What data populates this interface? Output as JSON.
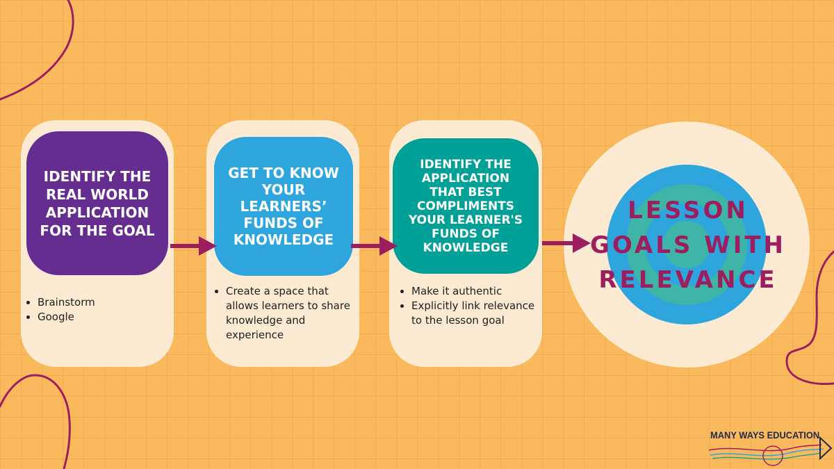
{
  "steps": [
    {
      "title": "IDENTIFY THE REAL WORLD APPLICATION FOR THE GOAL",
      "title_lines": [
        "IDENTIFY THE",
        "REAL WORLD",
        "APPLICATION",
        "FOR THE GOAL"
      ],
      "color": "#662D91",
      "bullets": [
        "Brainstorm",
        "Google"
      ]
    },
    {
      "title": "GET TO KNOW YOUR LEARNERS' FUNDS OF KNOWLEDGE",
      "title_lines": [
        "GET TO KNOW",
        "YOUR",
        "LEARNERS’",
        "FUNDS OF",
        "KNOWLEDGE"
      ],
      "color": "#2FA5DE",
      "bullets": [
        "Create a space that allows learners to share knowledge and experience"
      ]
    },
    {
      "title": "IDENTIFY THE APPLICATION THAT BEST COMPLIMENTS YOUR LEARNER'S FUNDS OF KNOWLEDGE",
      "title_lines": [
        "IDENTIFY THE",
        "APPLICATION",
        "THAT BEST",
        "COMPLIMENTS",
        "YOUR LEARNER'S",
        "FUNDS OF",
        "KNOWLEDGE"
      ],
      "color": "#00A096",
      "bullets": [
        "Make it authentic",
        "Explicitly link relevance to the lesson goal"
      ]
    }
  ],
  "target": {
    "title": "LESSON GOALS WITH RELEVANCE",
    "title_lines": [
      "LESSON",
      "GOALS WITH",
      "RELEVANCE"
    ],
    "ring_colors": [
      "#FCEBD2",
      "#2FA5DE",
      "#3FB5A8"
    ]
  },
  "logo": {
    "text": "MANY WAYS EDUCATION",
    "icon": "arrow-logo-icon"
  },
  "colors": {
    "background": "#FBB95E",
    "arrow": "#9C1E5E",
    "squiggle": "#9C1E5E",
    "card": "#FCEBD2"
  }
}
